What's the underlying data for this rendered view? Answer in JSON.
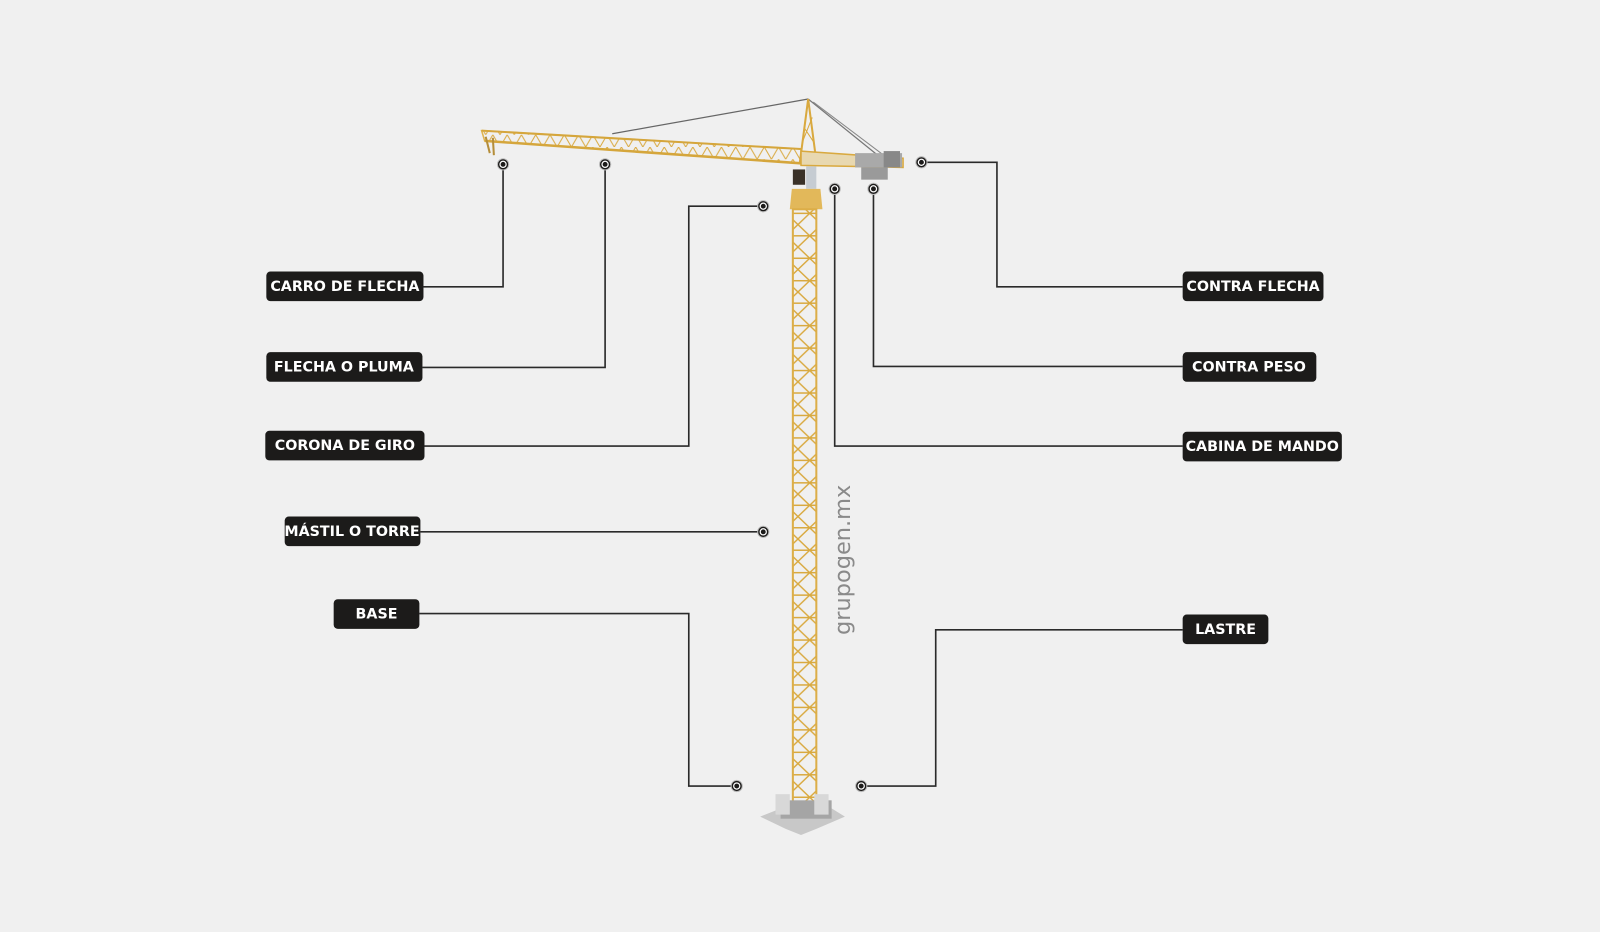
{
  "watermark": "grupogen.mx",
  "colors": {
    "label_bg": "#1c1b1a",
    "label_text": "#ffffff",
    "crane": "#e2b85a",
    "background": "#f0f0f0"
  },
  "labels": {
    "carro_de_flecha": "CARRO DE FLECHA",
    "flecha_o_pluma": "FLECHA O PLUMA",
    "corona_de_giro": "CORONA DE GIRO",
    "mastil_o_torre": "MÁSTIL O TORRE",
    "base": "BASE",
    "contra_flecha": "CONTRA FLECHA",
    "contra_peso": "CONTRA PESO",
    "cabina_de_mando": "CABINA DE MANDO",
    "lastre": "LASTRE"
  }
}
